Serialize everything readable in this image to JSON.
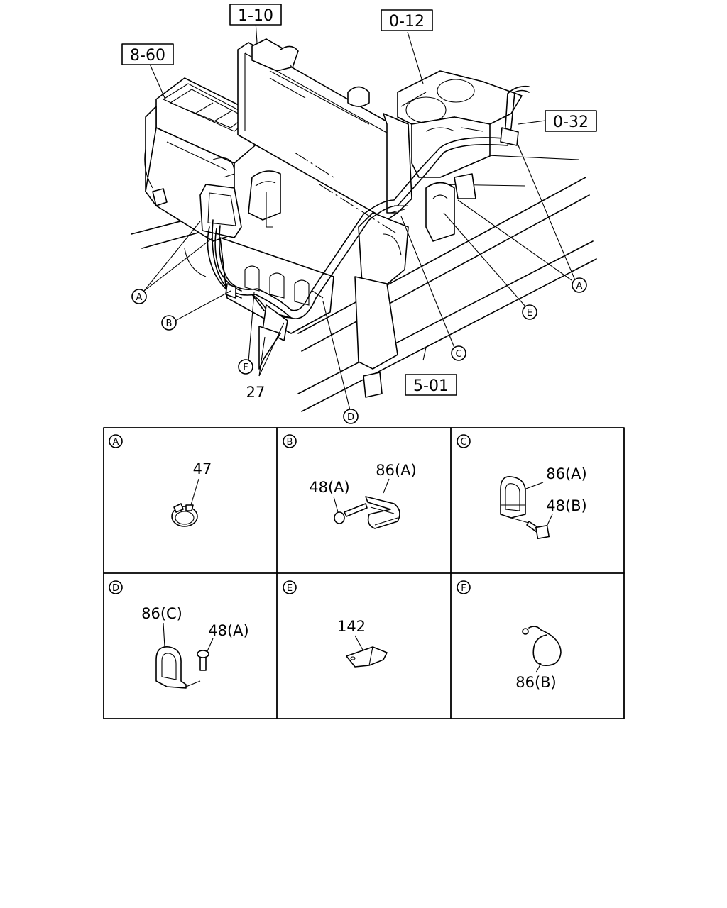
{
  "refs": {
    "r1": "1-10",
    "r2": "0-12",
    "r3": "8-60",
    "r4": "0-32",
    "r5": "5-01"
  },
  "callouts": {
    "a1": "A",
    "a2": "A",
    "b": "B",
    "c": "C",
    "d": "D",
    "e": "E",
    "f": "F",
    "part27": "27"
  },
  "panels": {
    "A": {
      "letter": "A",
      "p1": "47"
    },
    "B": {
      "letter": "B",
      "p1": "86(A)",
      "p2": "48(A)"
    },
    "C": {
      "letter": "C",
      "p1": "86(A)",
      "p2": "48(B)"
    },
    "D": {
      "letter": "D",
      "p1": "86(C)",
      "p2": "48(A)"
    },
    "E": {
      "letter": "E",
      "p1": "142"
    },
    "F": {
      "letter": "F",
      "p1": "86(B)"
    }
  }
}
